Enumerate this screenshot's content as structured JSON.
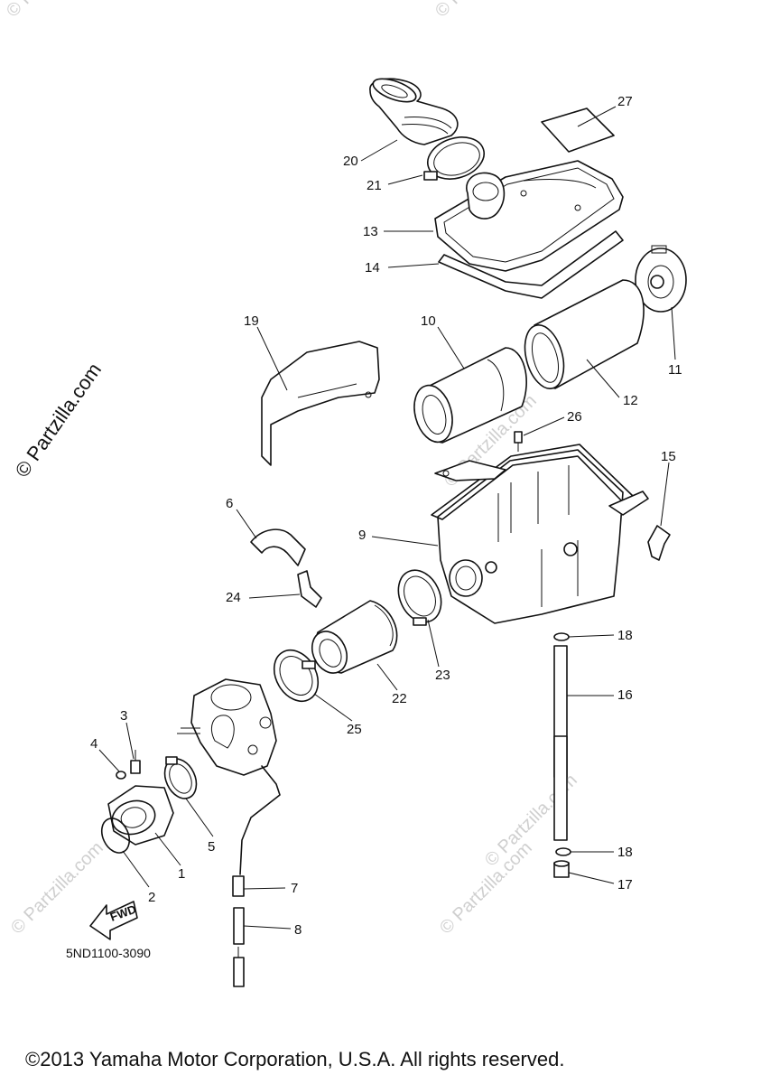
{
  "diagram": {
    "diagram_code": "5ND1100-3090",
    "copyright": "©2013 Yamaha Motor Corporation, U.S.A. All rights reserved.",
    "side_watermark": "© Partzilla.com",
    "faint_watermark": "© Partzilla.com",
    "fwd_label": "FWD",
    "callouts": [
      {
        "id": "1",
        "label": "1"
      },
      {
        "id": "2",
        "label": "2"
      },
      {
        "id": "3",
        "label": "3"
      },
      {
        "id": "4",
        "label": "4"
      },
      {
        "id": "5",
        "label": "5"
      },
      {
        "id": "6",
        "label": "6"
      },
      {
        "id": "7",
        "label": "7"
      },
      {
        "id": "8",
        "label": "8"
      },
      {
        "id": "9",
        "label": "9"
      },
      {
        "id": "10",
        "label": "10"
      },
      {
        "id": "11",
        "label": "11"
      },
      {
        "id": "12",
        "label": "12"
      },
      {
        "id": "13",
        "label": "13"
      },
      {
        "id": "14",
        "label": "14"
      },
      {
        "id": "15",
        "label": "15"
      },
      {
        "id": "16",
        "label": "16"
      },
      {
        "id": "17",
        "label": "17"
      },
      {
        "id": "18a",
        "label": "18"
      },
      {
        "id": "18b",
        "label": "18"
      },
      {
        "id": "19",
        "label": "19"
      },
      {
        "id": "20",
        "label": "20"
      },
      {
        "id": "21",
        "label": "21"
      },
      {
        "id": "22",
        "label": "22"
      },
      {
        "id": "23",
        "label": "23"
      },
      {
        "id": "24",
        "label": "24"
      },
      {
        "id": "25",
        "label": "25"
      },
      {
        "id": "26",
        "label": "26"
      },
      {
        "id": "27",
        "label": "27"
      }
    ]
  }
}
